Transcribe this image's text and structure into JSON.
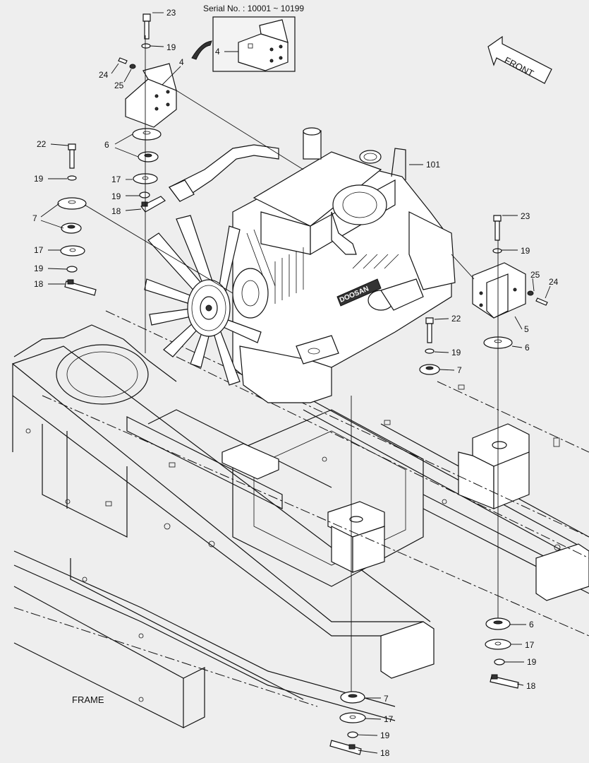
{
  "header": {
    "serial_label": "Serial No. : 10001 ~ 10199"
  },
  "direction": {
    "front_label": "FRONT"
  },
  "frame_label": "FRAME",
  "engine": {
    "brand_text": "DOOSAN"
  },
  "callouts": {
    "c23_top": "23",
    "c19_top": "19",
    "c4_main": "4",
    "c4_inset": "4",
    "c24_left": "24",
    "c25_left": "25",
    "c6_left": "6",
    "c17_upper": "17",
    "c19_upper": "19",
    "c18_upper": "18",
    "c22_left": "22",
    "c19_left_a": "19",
    "c7_left": "7",
    "c17_left": "17",
    "c19_left_b": "19",
    "c18_left": "18",
    "c101": "101",
    "c23_right": "23",
    "c19_right": "19",
    "c25_right": "25",
    "c24_right": "24",
    "c5": "5",
    "c6_right": "6",
    "c22_mid": "22",
    "c19_mid": "19",
    "c7_mid": "7",
    "c6_lower": "6",
    "c17_lower_right": "17",
    "c19_lower_right": "19",
    "c18_lower_right": "18",
    "c7_bottom": "7",
    "c17_bottom": "17",
    "c19_bottom": "19",
    "c18_bottom": "18"
  }
}
